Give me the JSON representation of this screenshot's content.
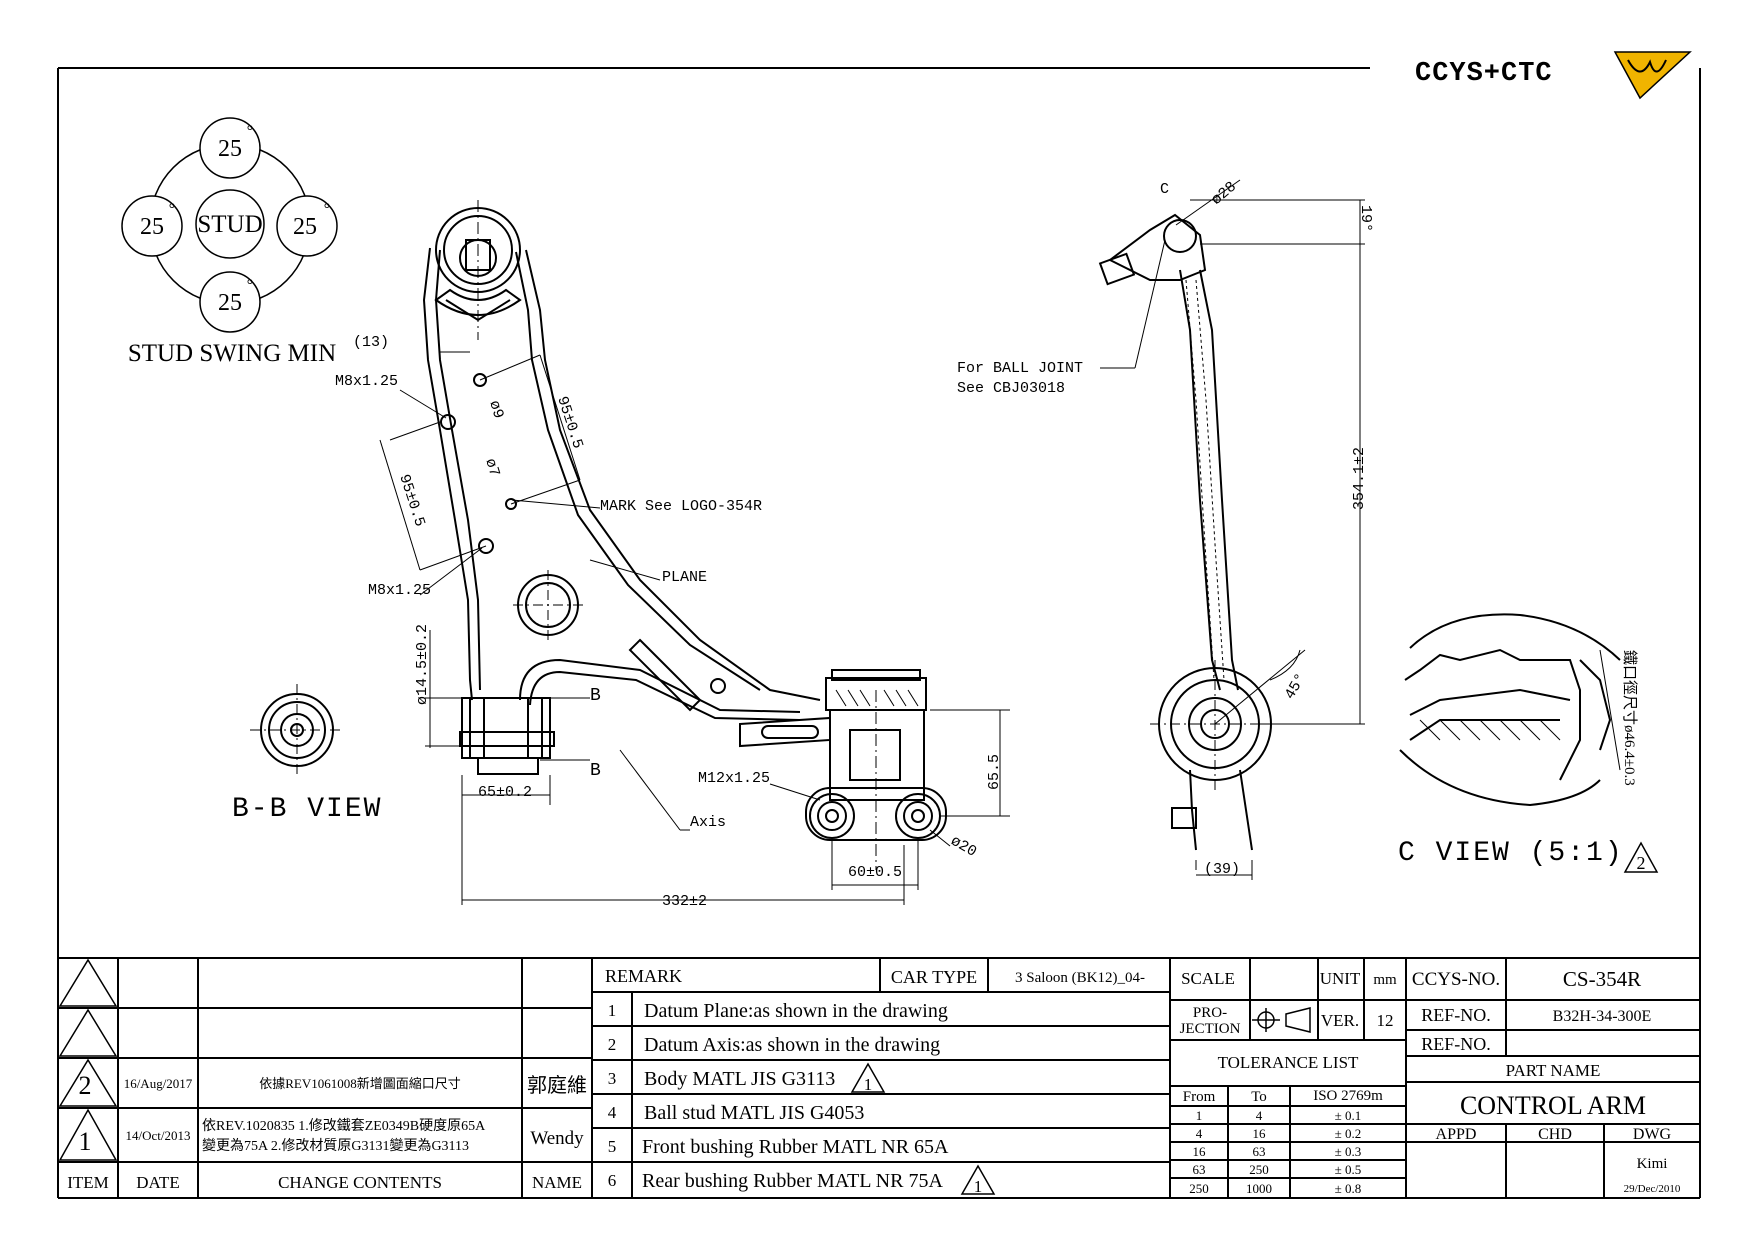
{
  "logo_text": "CCYS+CTC",
  "stud_swing": {
    "title": "STUD SWING MIN",
    "center": "STUD",
    "angles": [
      "25",
      "25",
      "25",
      "25"
    ],
    "degree_mark": "°"
  },
  "front_view": {
    "dim_13": "(13)",
    "m8_top": "M8x1.25",
    "m8_bottom": "M8x1.25",
    "dia9": "ø9",
    "dia7": "ø7",
    "d95_right": "95±0.5",
    "d95_left": "95±0.5",
    "mark_note": "MARK See LOGO-354R",
    "plane": "PLANE",
    "dia14": "ø14.5±0.2",
    "sec_b_top": "B",
    "sec_b_bottom": "B",
    "dim_65": "65±0.2",
    "axis": "Axis",
    "m12": "M12x1.25",
    "dim_655": "65.5",
    "dia20": "ø20",
    "dim_60": "60±0.5",
    "dim_332": "332±2"
  },
  "bb_view": {
    "label": "B-B VIEW"
  },
  "side_view": {
    "c_mark": "C",
    "dia28": "ø28",
    "angle19": "19°",
    "ball_joint_1": "For BALL JOINT",
    "ball_joint_2": "See CBJ03018",
    "dim_354": "354.1±2",
    "angle45": "45°",
    "dim_39": "(39)"
  },
  "c_view": {
    "label": "C VIEW (5:1)",
    "rev": "2",
    "dim": "鐵口徑尺寸ø46.4±0.3"
  },
  "title_block": {
    "rev_rows": [
      {
        "item": "",
        "date": "",
        "change": "",
        "name": ""
      },
      {
        "item": "",
        "date": "",
        "change": "",
        "name": ""
      },
      {
        "item": "2",
        "date": "16/Aug/2017",
        "change": "依據REV1061008新增圖面縮口尺寸",
        "name": "郭庭維"
      },
      {
        "item": "1",
        "date": "14/Oct/2013",
        "change": "依REV.1020835 1.修改鐵套ZE0349B硬度原65A",
        "change2": "變更為75A 2.修改材質原G3131變更為G3113",
        "name": "Wendy"
      }
    ],
    "head_item": "ITEM",
    "head_date": "DATE",
    "head_change": "CHANGE CONTENTS",
    "head_name": "NAME",
    "remark_label": "REMARK",
    "car_type_label": "CAR TYPE",
    "car_type": "3 Saloon (BK12)_04-",
    "remarks": [
      {
        "no": "1",
        "text": "Datum Plane:as shown in the drawing",
        "rev": ""
      },
      {
        "no": "2",
        "text": "Datum Axis:as shown in the drawing",
        "rev": ""
      },
      {
        "no": "3",
        "text": "Body MATL JIS G3113",
        "rev": "1"
      },
      {
        "no": "4",
        "text": "Ball stud MATL JIS G4053",
        "rev": ""
      },
      {
        "no": "5",
        "text": "Front bushing Rubber MATL NR 65A",
        "rev": ""
      },
      {
        "no": "6",
        "text": "Rear bushing Rubber MATL NR 75A",
        "rev": "1"
      }
    ],
    "scale_label": "SCALE",
    "unit_label": "UNIT",
    "unit": "mm",
    "projection_1": "PRO-",
    "projection_2": "JECTION",
    "ver_label": "VER.",
    "ver": "12",
    "tolerance_title": "TOLERANCE LIST",
    "tol_from": "From",
    "tol_to": "To",
    "tol_iso": "ISO 2769m",
    "tolerances": [
      {
        "from": "1",
        "to": "4",
        "tol": "± 0.1"
      },
      {
        "from": "4",
        "to": "16",
        "tol": "± 0.2"
      },
      {
        "from": "16",
        "to": "63",
        "tol": "± 0.3"
      },
      {
        "from": "63",
        "to": "250",
        "tol": "± 0.5"
      },
      {
        "from": "250",
        "to": "1000",
        "tol": "± 0.8"
      }
    ],
    "ccys_no_label": "CCYS-NO.",
    "ccys_no": "CS-354R",
    "ref_no_label": "REF-NO.",
    "ref_no": "B32H-34-300E",
    "ref_no_label2": "REF-NO.",
    "ref_no2": "",
    "part_name_label": "PART NAME",
    "part_name": "CONTROL ARM",
    "appd": "APPD",
    "chd": "CHD",
    "dwg": "DWG",
    "drawn_by": "Kimi",
    "drawn_date": "29/Dec/2010"
  }
}
